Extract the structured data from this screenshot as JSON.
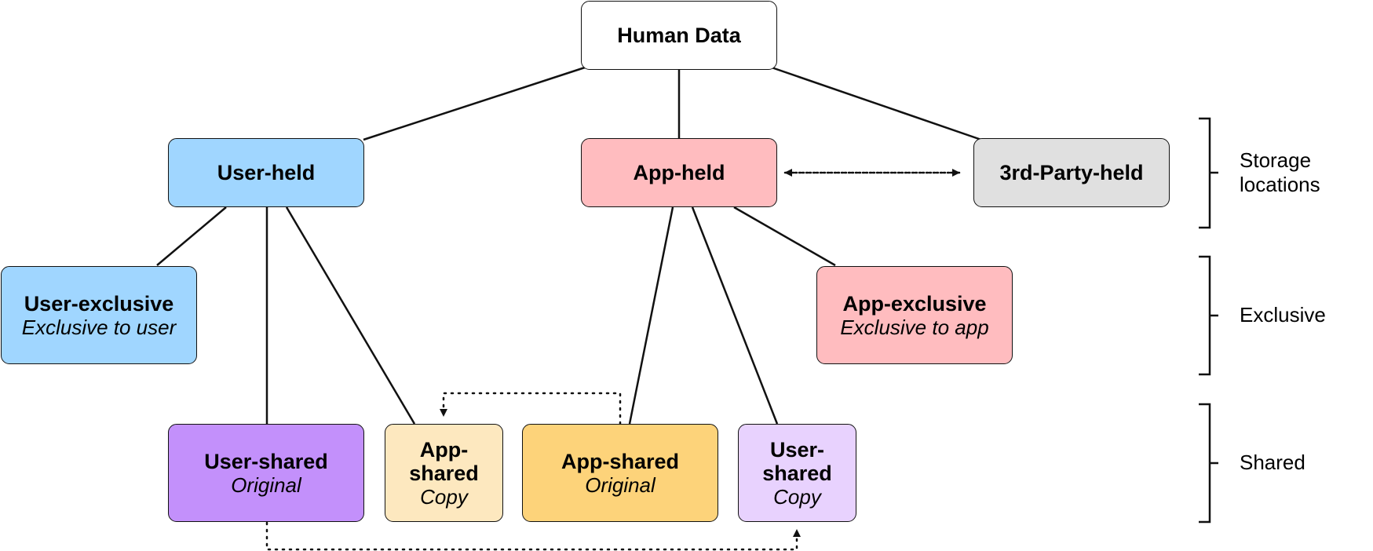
{
  "diagram": {
    "root": {
      "title": "Human Data"
    },
    "storage": {
      "user_held": {
        "title": "User-held",
        "color": "#a0d6ff"
      },
      "app_held": {
        "title": "App-held",
        "color": "#ffbcbf"
      },
      "third_party_held": {
        "title": "3rd-Party-held",
        "color": "#e0e0e0"
      }
    },
    "exclusive": {
      "user_exclusive": {
        "title": "User-exclusive",
        "subtitle": "Exclusive to user",
        "color": "#a0d6ff"
      },
      "app_exclusive": {
        "title": "App-exclusive",
        "subtitle": "Exclusive to app",
        "color": "#ffbcbf"
      }
    },
    "shared": {
      "user_shared_original": {
        "title": "User-shared",
        "subtitle": "Original",
        "color": "#c390fb"
      },
      "app_shared_copy": {
        "title": "App-shared",
        "subtitle": "Copy",
        "color": "#fde8bf"
      },
      "app_shared_original": {
        "title": "App-shared",
        "subtitle": "Original",
        "color": "#fdd37a"
      },
      "user_shared_copy": {
        "title": "User-shared",
        "subtitle": "Copy",
        "color": "#e8d2fe"
      }
    },
    "levels": {
      "storage_locations": "Storage locations",
      "exclusive": "Exclusive",
      "shared": "Shared"
    }
  }
}
